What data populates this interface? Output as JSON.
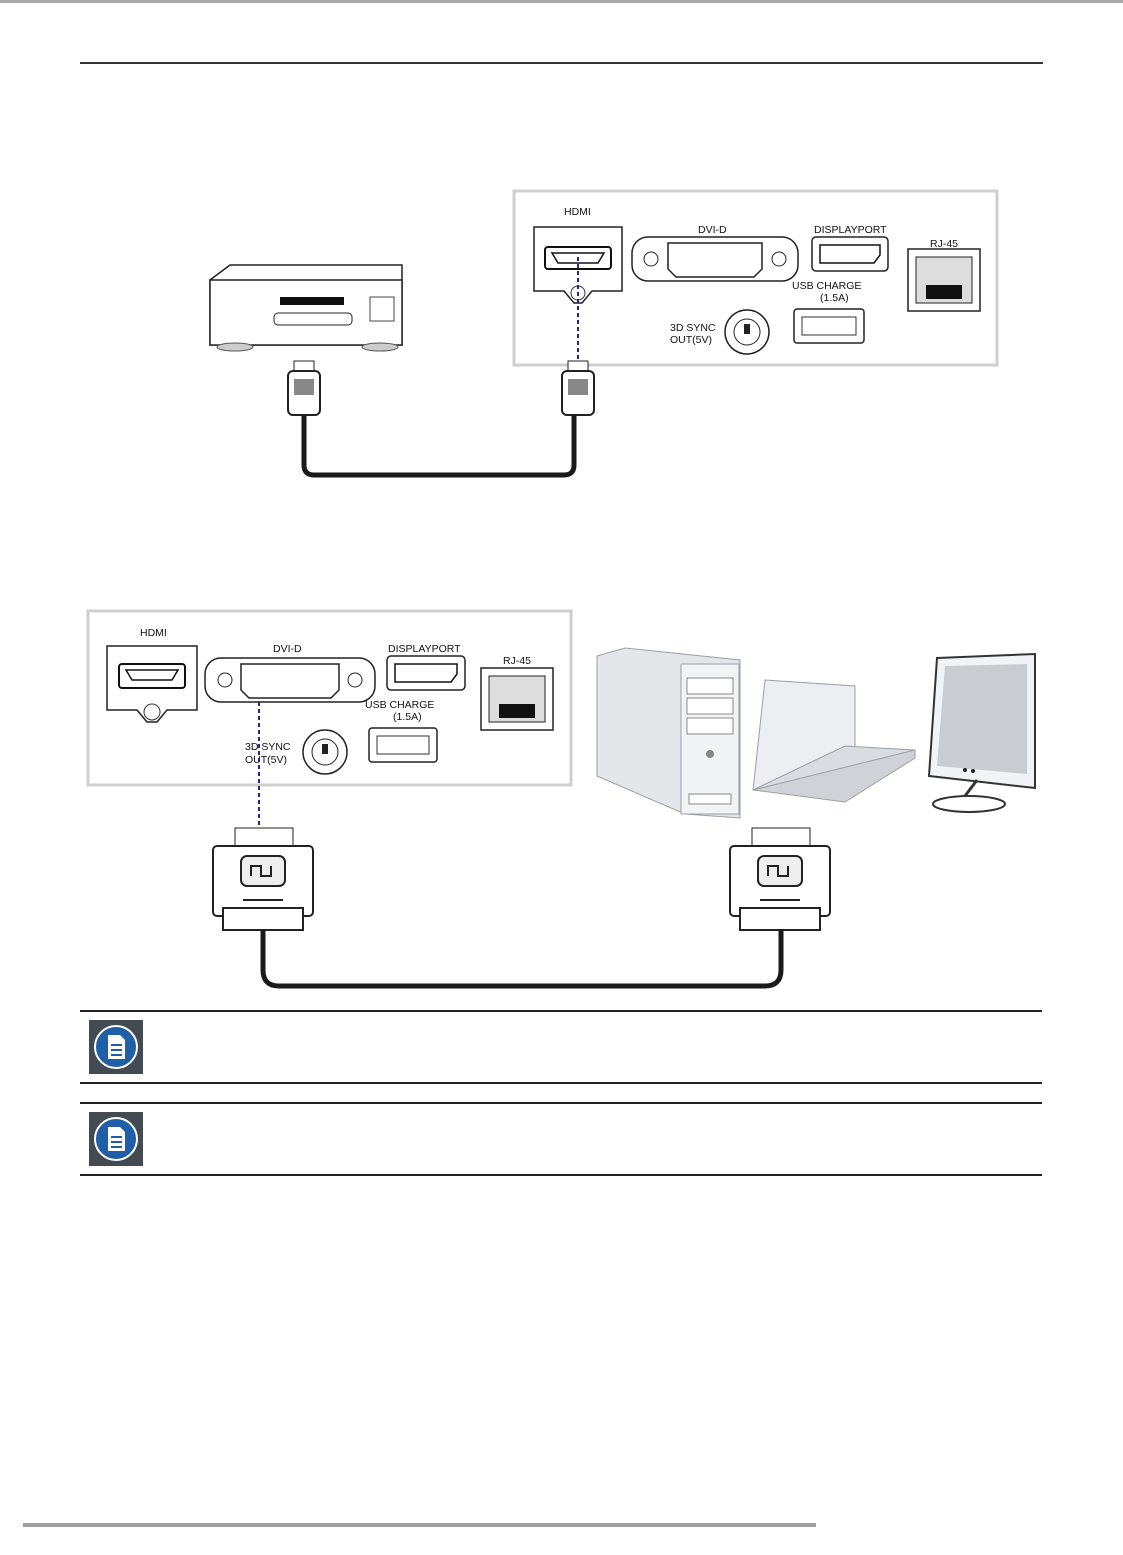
{
  "colors": {
    "note_icon_bg": "#444a52",
    "note_icon_circle": "#1f5fa8",
    "cable": "#1a1a1a",
    "panel_border": "#cfcfcf",
    "signal_dash": "#1f2a8a"
  },
  "figure1": {
    "panel_ports": {
      "hdmi": "HDMI",
      "dvid": "DVI-D",
      "displayport": "DISPLAYPORT",
      "rj45": "RJ-45",
      "usb_charge_1": "USB CHARGE",
      "usb_charge_2": "(1.5A)",
      "sync_1": "3D SYNC",
      "sync_2": "OUT(5V)"
    },
    "source_device": "blu-ray-player-icon"
  },
  "figure2": {
    "panel_ports": {
      "hdmi": "HDMI",
      "dvid": "DVI-D",
      "displayport": "DISPLAYPORT",
      "rj45": "RJ-45",
      "usb_charge_1": "USB CHARGE",
      "usb_charge_2": "(1.5A)",
      "sync_1": "3D SYNC",
      "sync_2": "OUT(5V)"
    },
    "source_devices": [
      "desktop-pc-icon",
      "laptop-icon",
      "monitor-icon"
    ]
  },
  "notes": [
    {
      "icon": "note-document-icon",
      "text": ""
    },
    {
      "icon": "note-document-icon",
      "text": ""
    }
  ]
}
